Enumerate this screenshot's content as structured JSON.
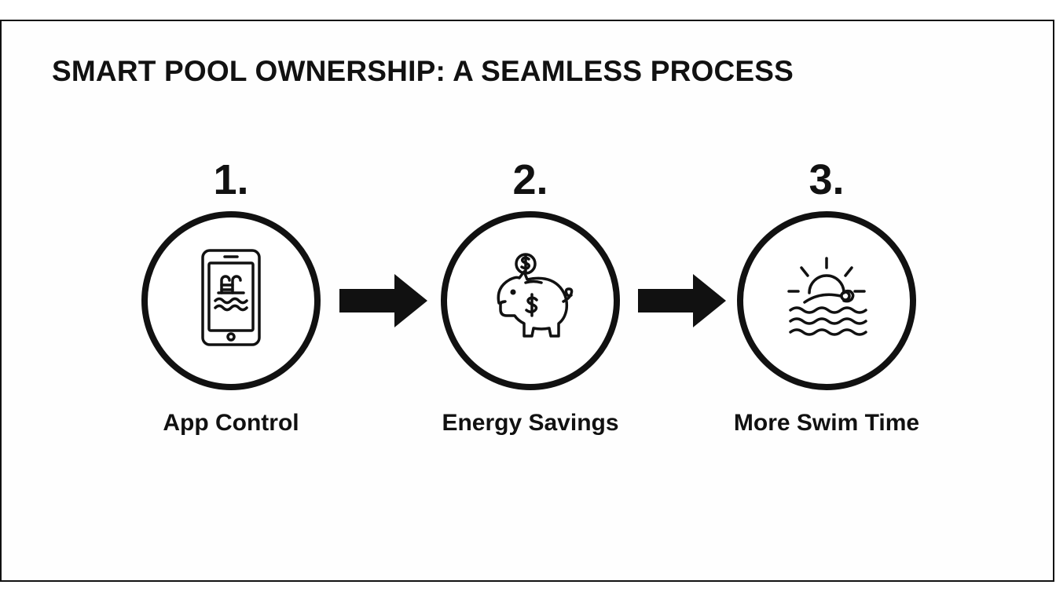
{
  "title": "SMART POOL OWNERSHIP: A SEAMLESS PROCESS",
  "steps": [
    {
      "number": "1.",
      "label": "App Control",
      "icon": "smartphone-pool-icon"
    },
    {
      "number": "2.",
      "label": "Energy Savings",
      "icon": "piggy-bank-dollar-icon"
    },
    {
      "number": "3.",
      "label": "More Swim Time",
      "icon": "swimmer-sunset-icon"
    }
  ],
  "colors": {
    "ink": "#111111",
    "background": "#ffffff"
  }
}
